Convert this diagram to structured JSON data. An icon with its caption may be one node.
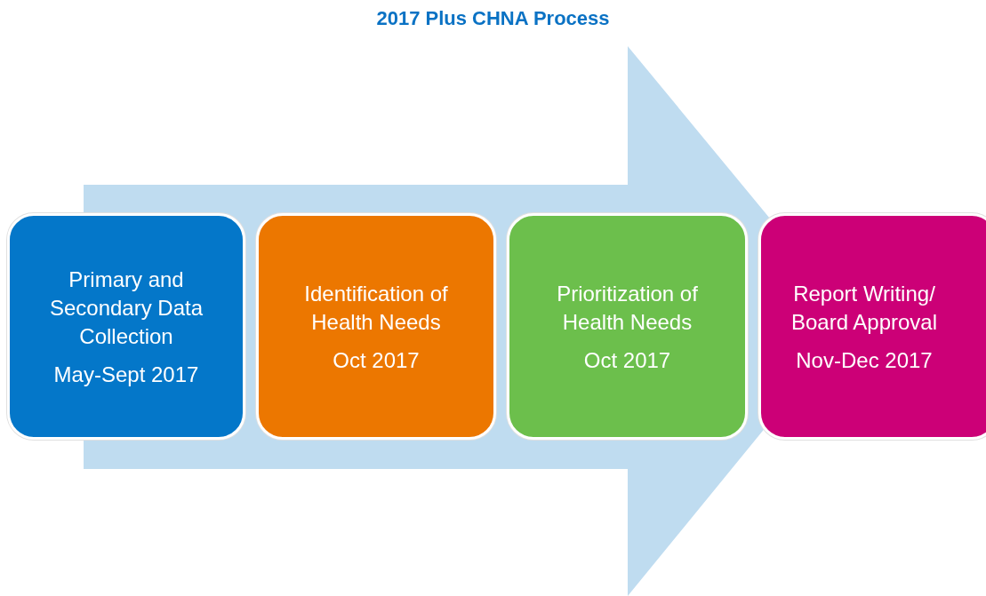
{
  "diagram": {
    "title": "2017 Plus CHNA Process",
    "nodes": [
      {
        "text": [
          "Primary and Secondary Data Collection",
          "May-Sept 2017"
        ]
      },
      {
        "text": [
          "Identification of Health Needs",
          "Oct 2017"
        ]
      },
      {
        "text": [
          "Prioritization of Health Needs",
          "Oct 2017"
        ]
      },
      {
        "text": [
          "Report Writing/ Board Approval",
          "Nov-Dec 2017"
        ]
      }
    ],
    "edges": [
      {
        "from": 0,
        "to": 3,
        "arrow": "to"
      }
    ]
  }
}
